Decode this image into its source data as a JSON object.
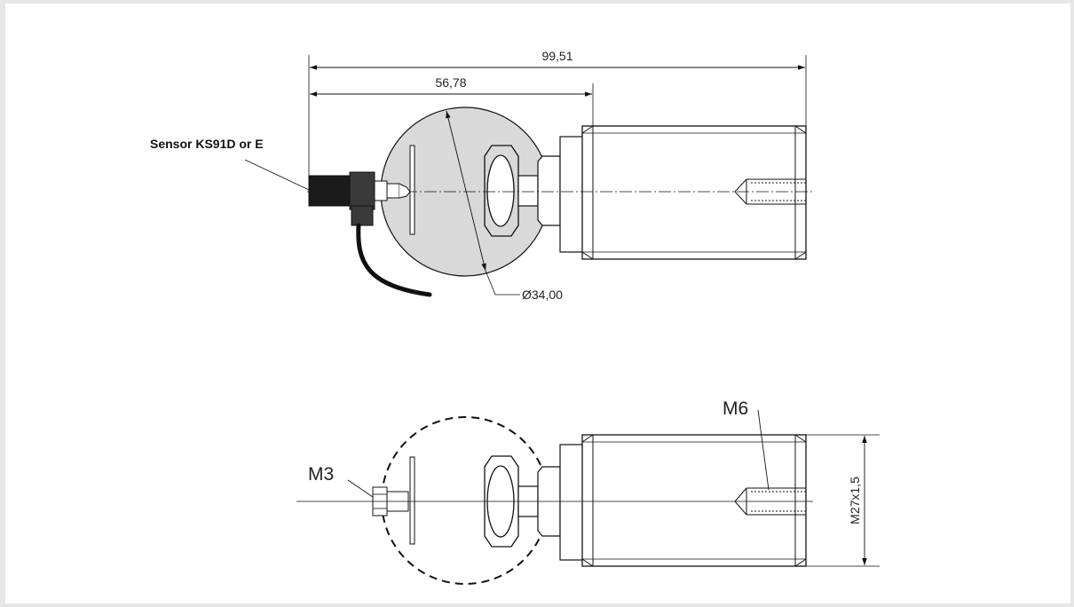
{
  "dimensions": {
    "overall_length": "99,51",
    "flange_length": "56,78",
    "diameter": "Ø34,00",
    "thread_major": "M27x1,5"
  },
  "labels": {
    "sensor": "Sensor KS91D  or E",
    "m3": "M3",
    "m6": "M6"
  },
  "colors": {
    "disc_fill": "#d9d9d9",
    "line": "#111111",
    "background": "#ffffff"
  }
}
